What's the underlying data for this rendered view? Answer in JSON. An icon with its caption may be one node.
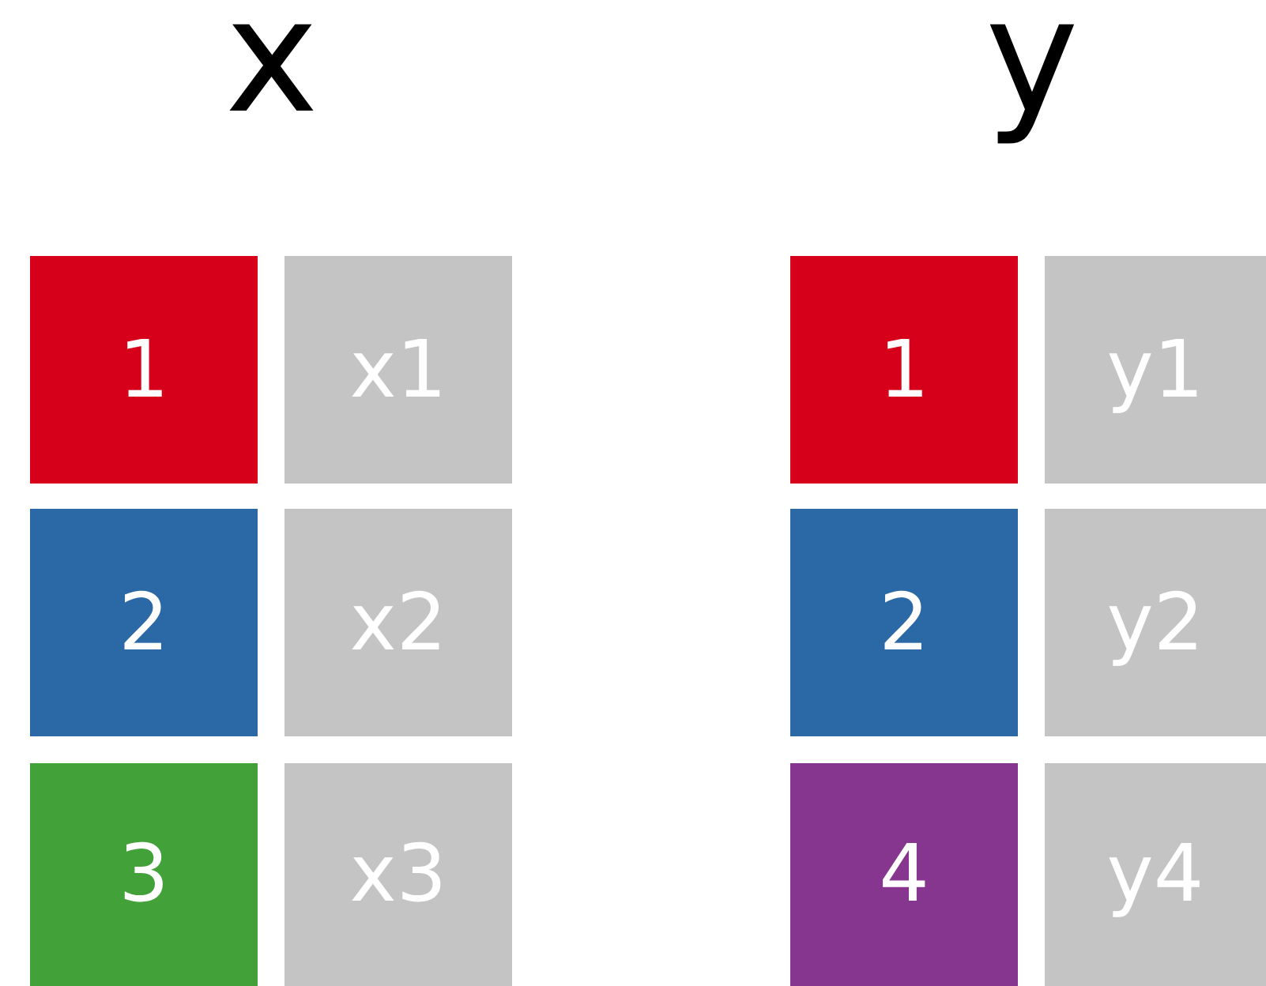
{
  "diagram": {
    "nodes": [
      {
        "text": [
          "1"
        ]
      },
      {
        "text": [
          "x1"
        ]
      },
      {
        "text": [
          "2"
        ]
      },
      {
        "text": [
          "x2"
        ]
      },
      {
        "text": [
          "3"
        ]
      },
      {
        "text": [
          "x3"
        ]
      },
      {
        "text": [
          "1"
        ]
      },
      {
        "text": [
          "y1"
        ]
      },
      {
        "text": [
          "2"
        ]
      },
      {
        "text": [
          "y2"
        ]
      },
      {
        "text": [
          "4"
        ]
      },
      {
        "text": [
          "y4"
        ]
      }
    ],
    "labels": [
      "x",
      "y"
    ]
  }
}
